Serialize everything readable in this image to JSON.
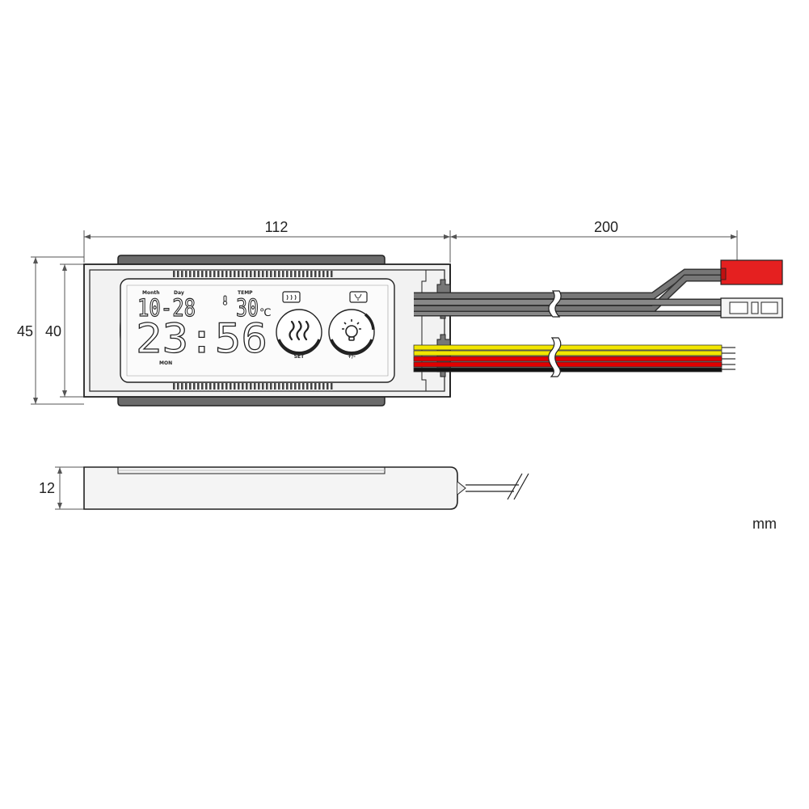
{
  "dimensions": {
    "width_body": "112",
    "width_cable": "200",
    "height_outer": "45",
    "height_inner": "40",
    "thickness": "12",
    "unit": "mm"
  },
  "display": {
    "month_label": "Month",
    "day_label": "Day",
    "temp_label": "TEMP",
    "date": "10-28",
    "temperature": "30",
    "temp_unit": "℃",
    "time": "23:56",
    "weekday": "MON",
    "set_label": "SET",
    "plus_minus_label": "+/-"
  },
  "wire_colors": {
    "yellow": "#f2e600",
    "red": "#e00000",
    "black": "#111111",
    "connector_red": "#e52020",
    "grey_cable": "#555555"
  },
  "icons": [
    "heater-icon",
    "light-bulb-icon",
    "thermometer-icon"
  ]
}
